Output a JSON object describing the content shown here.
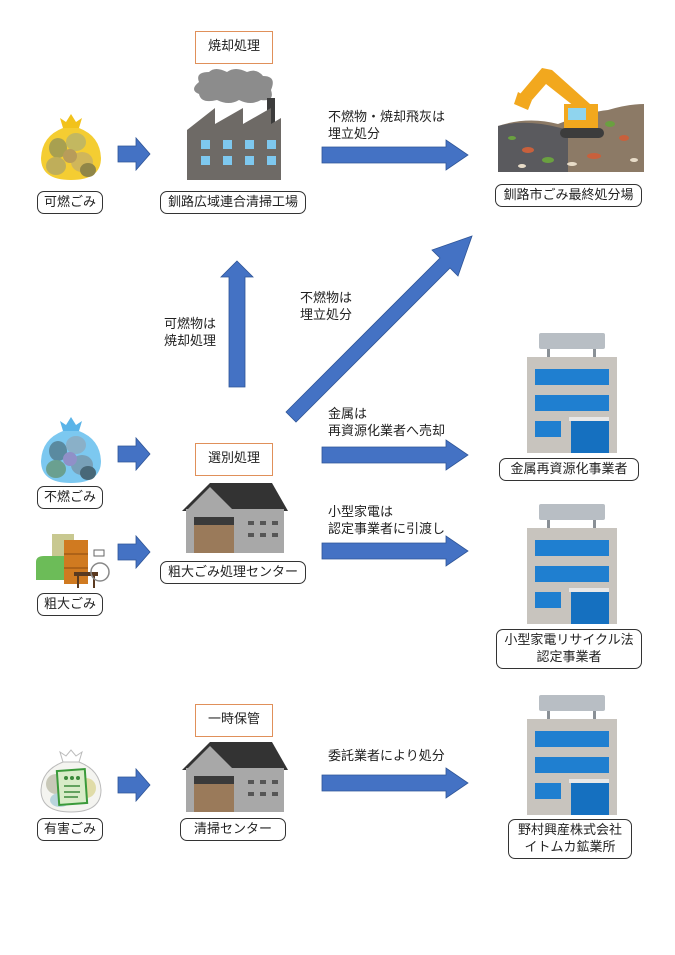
{
  "colors": {
    "arrow": "#4472c4",
    "arrow_edge": "#2f5597",
    "process_border": "#e0905a",
    "label_border": "#333333"
  },
  "sources": [
    {
      "id": "combustible",
      "label": "可燃ごみ",
      "icon": "yellow-garbage-bag-icon"
    },
    {
      "id": "noncombustible",
      "label": "不燃ごみ",
      "icon": "blue-garbage-bag-icon"
    },
    {
      "id": "bulky",
      "label": "粗大ごみ",
      "icon": "bulky-furniture-icon"
    },
    {
      "id": "hazardous",
      "label": "有害ごみ",
      "icon": "hazardous-garbage-bag-icon"
    }
  ],
  "processes": [
    {
      "id": "incineration",
      "tag": "焼却処理",
      "facility": "釧路広域連合清掃工場",
      "icon": "factory-icon"
    },
    {
      "id": "sorting",
      "tag": "選別処理",
      "facility": "粗大ごみ処理センター",
      "icon": "warehouse-icon"
    },
    {
      "id": "storage",
      "tag": "一時保管",
      "facility": "清掃センター",
      "icon": "warehouse-icon"
    }
  ],
  "destinations": [
    {
      "id": "landfill",
      "label": "釧路市ごみ最終処分場",
      "icon": "landfill-excavator-icon"
    },
    {
      "id": "metal",
      "label": "金属再資源化事業者",
      "icon": "office-building-icon"
    },
    {
      "id": "appliance",
      "label_line1": "小型家電リサイクル法",
      "label_line2": "認定事業者",
      "icon": "office-building-icon"
    },
    {
      "id": "nomura",
      "label_line1": "野村興産株式会社",
      "label_line2": "イトムカ鉱業所",
      "icon": "office-building-icon"
    }
  ],
  "flows": [
    {
      "from": "incineration",
      "to": "landfill",
      "line1": "不燃物・焼却飛灰は",
      "line2": "埋立処分"
    },
    {
      "from": "sorting",
      "to": "incineration",
      "line1": "可燃物は",
      "line2": "焼却処理"
    },
    {
      "from": "sorting",
      "to": "landfill",
      "line1": "不燃物は",
      "line2": "埋立処分"
    },
    {
      "from": "sorting",
      "to": "metal",
      "line1": "金属は",
      "line2": "再資源化業者へ売却"
    },
    {
      "from": "sorting",
      "to": "appliance",
      "line1": "小型家電は",
      "line2": "認定事業者に引渡し"
    },
    {
      "from": "storage",
      "to": "nomura",
      "line1": "委託業者により処分",
      "line2": ""
    }
  ]
}
